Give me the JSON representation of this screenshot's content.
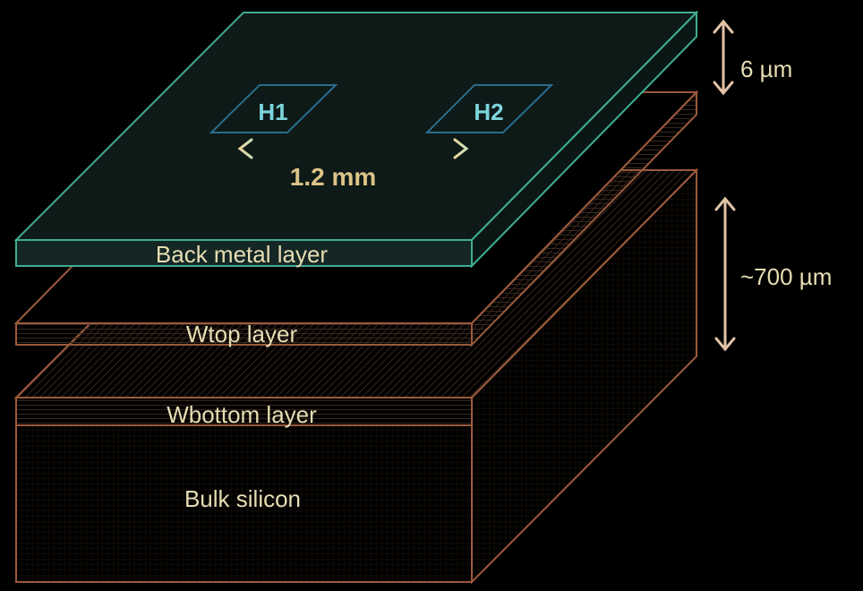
{
  "labels": {
    "h1": "H1",
    "h2": "H2",
    "spacing": "1.2 mm",
    "metal_thickness": "6 µm",
    "substrate_thickness": "~700 µm",
    "back_metal": "Back metal layer",
    "wtop": "Wtop layer",
    "wbottom": "Wbottom layer",
    "bulk": "Bulk silicon"
  },
  "colors": {
    "background": "#000000",
    "metal_edge": "#3fae93",
    "metal_fill": "#0e1a18",
    "metal_front": "#142724",
    "layer_edge": "#9a5a3c",
    "hatch": "#3a261c",
    "arrow": "#e2c3a6",
    "text": "#e7ddb3",
    "h_text": "#7cd4dc",
    "hall_edge": "#2a6d8c",
    "spacing_text": "#dcc487"
  }
}
